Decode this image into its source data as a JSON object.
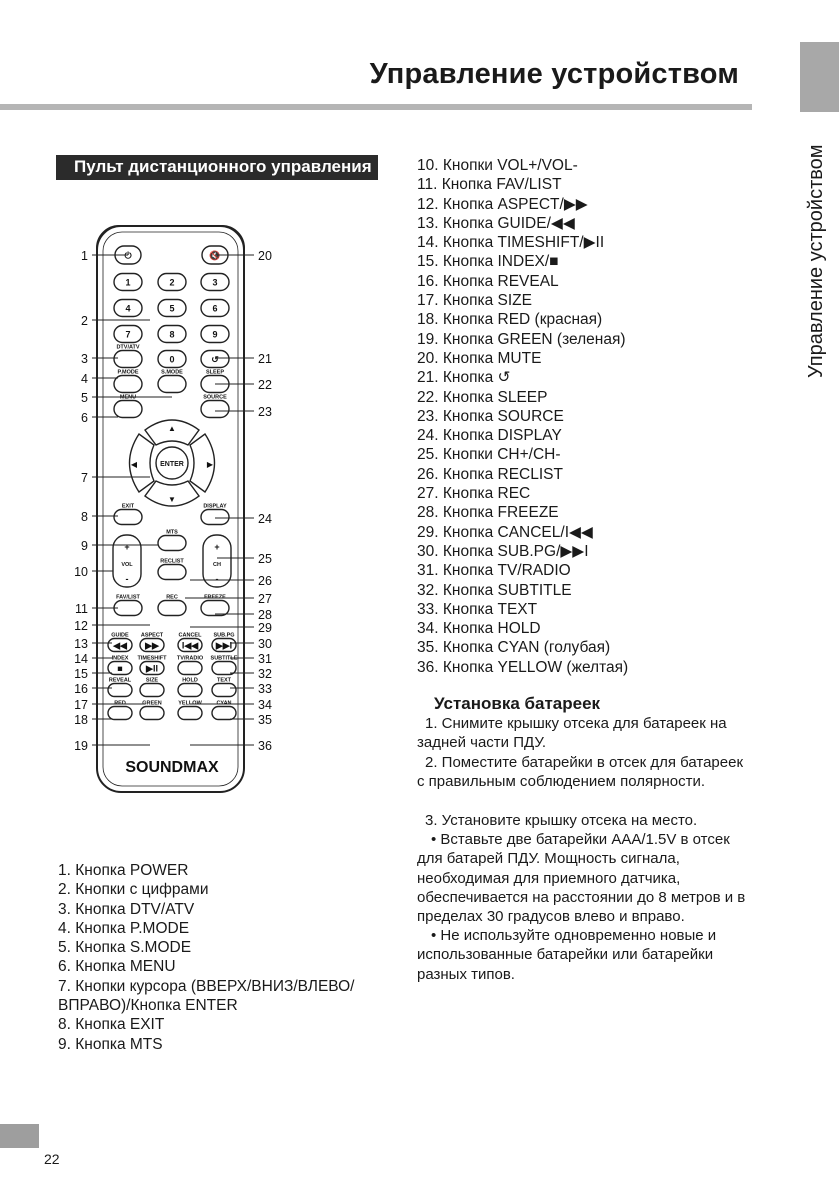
{
  "header": {
    "title": "Управление устройством"
  },
  "side_tab": {
    "label": "Управление устройством"
  },
  "section": {
    "title": "Пульт дистанционного управления"
  },
  "remote": {
    "brand": "SOUNDMAX",
    "button_labels": [
      "1",
      "2",
      "3",
      "4",
      "5",
      "6",
      "7",
      "8",
      "9",
      "0",
      "DTV/ATV",
      "P.MODE",
      "S.MODE",
      "SLEEP",
      "MENU",
      "SOURCE",
      "ENTER",
      "EXIT",
      "DISPLAY",
      "MTS",
      "RECLIST",
      "REC",
      "FREEZE",
      "FAV/LIST",
      "GUIDE",
      "ASPECT",
      "CANCEL",
      "SUB.PG",
      "INDEX",
      "TIMESHIFT",
      "TV/RADIO",
      "SUBTITLE",
      "REVEAL",
      "SIZE",
      "HOLD",
      "TEXT",
      "RED",
      "GREEN",
      "YELLOW",
      "CYAN",
      "VOL",
      "CH",
      "+",
      "-"
    ],
    "callouts": [
      "1",
      "2",
      "3",
      "4",
      "5",
      "6",
      "7",
      "8",
      "9",
      "10",
      "11",
      "12",
      "13",
      "14",
      "15",
      "16",
      "17",
      "18",
      "19",
      "20",
      "21",
      "22",
      "23",
      "24",
      "25",
      "26",
      "27",
      "28",
      "29",
      "30",
      "31",
      "32",
      "33",
      "34",
      "35",
      "36"
    ]
  },
  "legend_left": [
    "1. Кнопка POWER",
    "2. Кнопки с цифрами",
    "3. Кнопка DTV/ATV",
    "4. Кнопка P.MODE",
    "5. Кнопка S.MODE",
    "6. Кнопка MENU",
    "7. Кнопки курсора (ВВЕРХ/ВНИЗ/ВЛЕВО/",
    "ВПРАВО)/Кнопка ENTER",
    "8. Кнопка EXIT",
    "9. Кнопка MTS"
  ],
  "legend_right": [
    "10. Кнопки VOL+/VOL-",
    "11. Кнопка FAV/LIST",
    "12. Кнопка ASPECT/▶▶",
    "13. Кнопка GUIDE/◀◀",
    "14. Кнопка TIMESHIFT/▶II",
    "15. Кнопка INDEX/■",
    "16. Кнопка REVEAL",
    "17. Кнопка SIZE",
    "18. Кнопка RED (красная)",
    "19. Кнопка GREEN (зеленая)",
    "20. Кнопка MUTE",
    "21. Кнопка ↺",
    "22. Кнопка SLEEP",
    "23. Кнопка SOURCE",
    "24. Кнопка DISPLAY",
    "25. Кнопки CH+/CH-",
    "26. Кнопка RECLIST",
    "27. Кнопка REC",
    "28. Кнопка FREEZE",
    "29. Кнопка CANCEL/I◀◀",
    "30. Кнопка SUB.PG/▶▶I",
    "31. Кнопка TV/RADIO",
    "32. Кнопка SUBTITLE",
    "33. Кнопка TEXT",
    "34. Кнопка HOLD",
    "35. Кнопка CYAN (голубая)",
    "36. Кнопка YELLOW (желтая)"
  ],
  "battery": {
    "title": "Установка батареек",
    "paragraphs": [
      "1. Снимите крышку отсека для батареек на задней части ПДУ.",
      "2. Поместите батарейки в отсек для батареек с правильным соблюдением полярности.",
      "3. Установите крышку отсека на место.",
      "• Вставьте две батарейки AAA/1.5V в отсек для батарей ПДУ. Мощность сигнала, необходимая для приемного датчика, обеспечивается на расстоянии до 8 метров и в пределах 30 градусов влево и вправо.",
      "• Не используйте одновременно новые и использованные батарейки или батарейки разных типов."
    ]
  },
  "footer": {
    "page_number": "22"
  }
}
